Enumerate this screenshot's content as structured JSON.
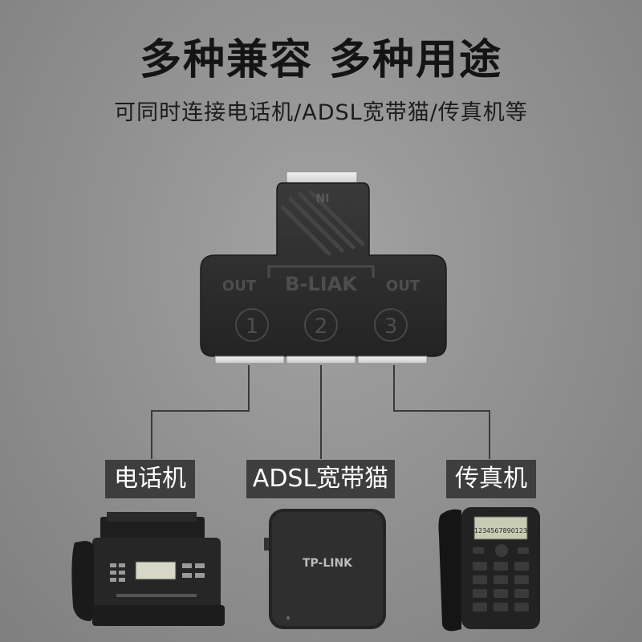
{
  "header": {
    "title": "多种兼容 多种用途",
    "subtitle": "可同时连接电话机/ADSL宽带猫/传真机等"
  },
  "adapter": {
    "input_label": "NI",
    "brand": "B-LIAK",
    "left_out": "OUT",
    "right_out": "OUT",
    "ports": [
      "①",
      "②",
      "③"
    ]
  },
  "labels": {
    "phone": "电话机",
    "modem": "ADSL宽带猫",
    "fax": "传真机"
  },
  "devices": {
    "modem_brand": "TP-LINK",
    "phone_display": "1234567890123"
  },
  "colors": {
    "background": "#8d8d8d",
    "adapter_body": "#2e2e2e",
    "label_bg": "#3e3e3e"
  }
}
